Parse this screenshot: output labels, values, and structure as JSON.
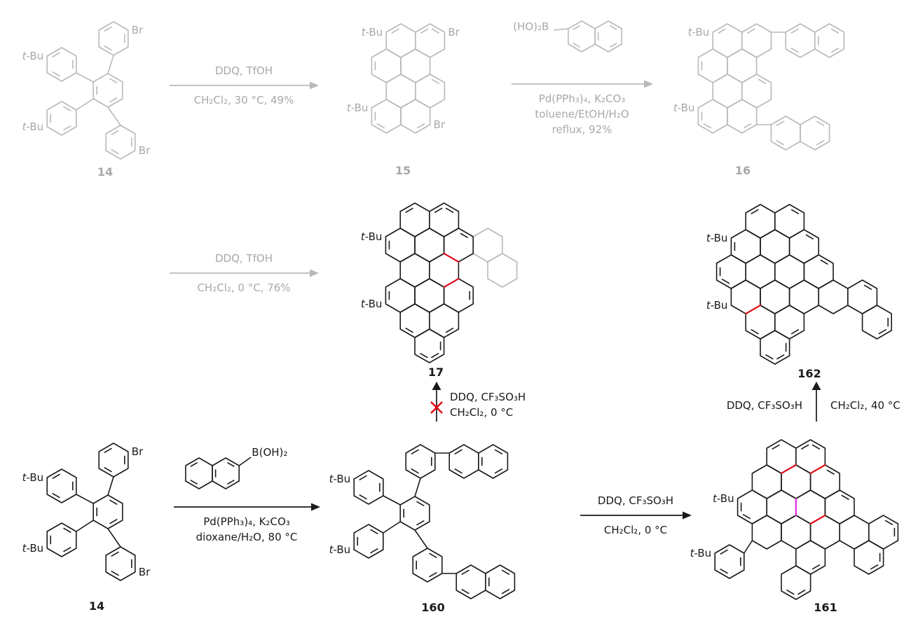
{
  "palette": {
    "gray_struct": "#b9b9b9",
    "gray_text": "#a8a8a8",
    "black": "#1a1a1a",
    "red": "#e8000d",
    "magenta": "#e525e5"
  },
  "glossary": {
    "tbu": "t-Bu",
    "br": "Br",
    "boronic_left": "(HO)₂B",
    "boronic_right": "B(OH)₂"
  },
  "compounds": {
    "c14_top": {
      "number": "14"
    },
    "c15": {
      "number": "15"
    },
    "c16": {
      "number": "16"
    },
    "c17": {
      "number": "17"
    },
    "c162": {
      "number": "162"
    },
    "c14_bottom": {
      "number": "14"
    },
    "c160": {
      "number": "160"
    },
    "c161": {
      "number": "161"
    }
  },
  "reactions": {
    "r1": {
      "above": "DDQ, TfOH",
      "below": "CH₂Cl₂, 30 °C, 49%"
    },
    "r2": {
      "below1": "Pd(PPh₃)₄, K₂CO₃",
      "below2": "toluene/EtOH/H₂O",
      "below3": "reflux, 92%"
    },
    "r3": {
      "above": "DDQ, TfOH",
      "below": "CH₂Cl₂, 0 °C, 76%"
    },
    "r4": {
      "line1": "DDQ, CF₃SO₃H",
      "line2": "CH₂Cl₂, 0 °C"
    },
    "r5": {
      "left": "DDQ, CF₃SO₃H",
      "right": "CH₂Cl₂, 40 °C"
    },
    "r6": {
      "below1": "Pd(PPh₃)₄, K₂CO₃",
      "below2": "dioxane/H₂O, 80 °C"
    },
    "r7": {
      "above": "DDQ, CF₃SO₃H",
      "below": "CH₂Cl₂, 0 °C"
    }
  }
}
